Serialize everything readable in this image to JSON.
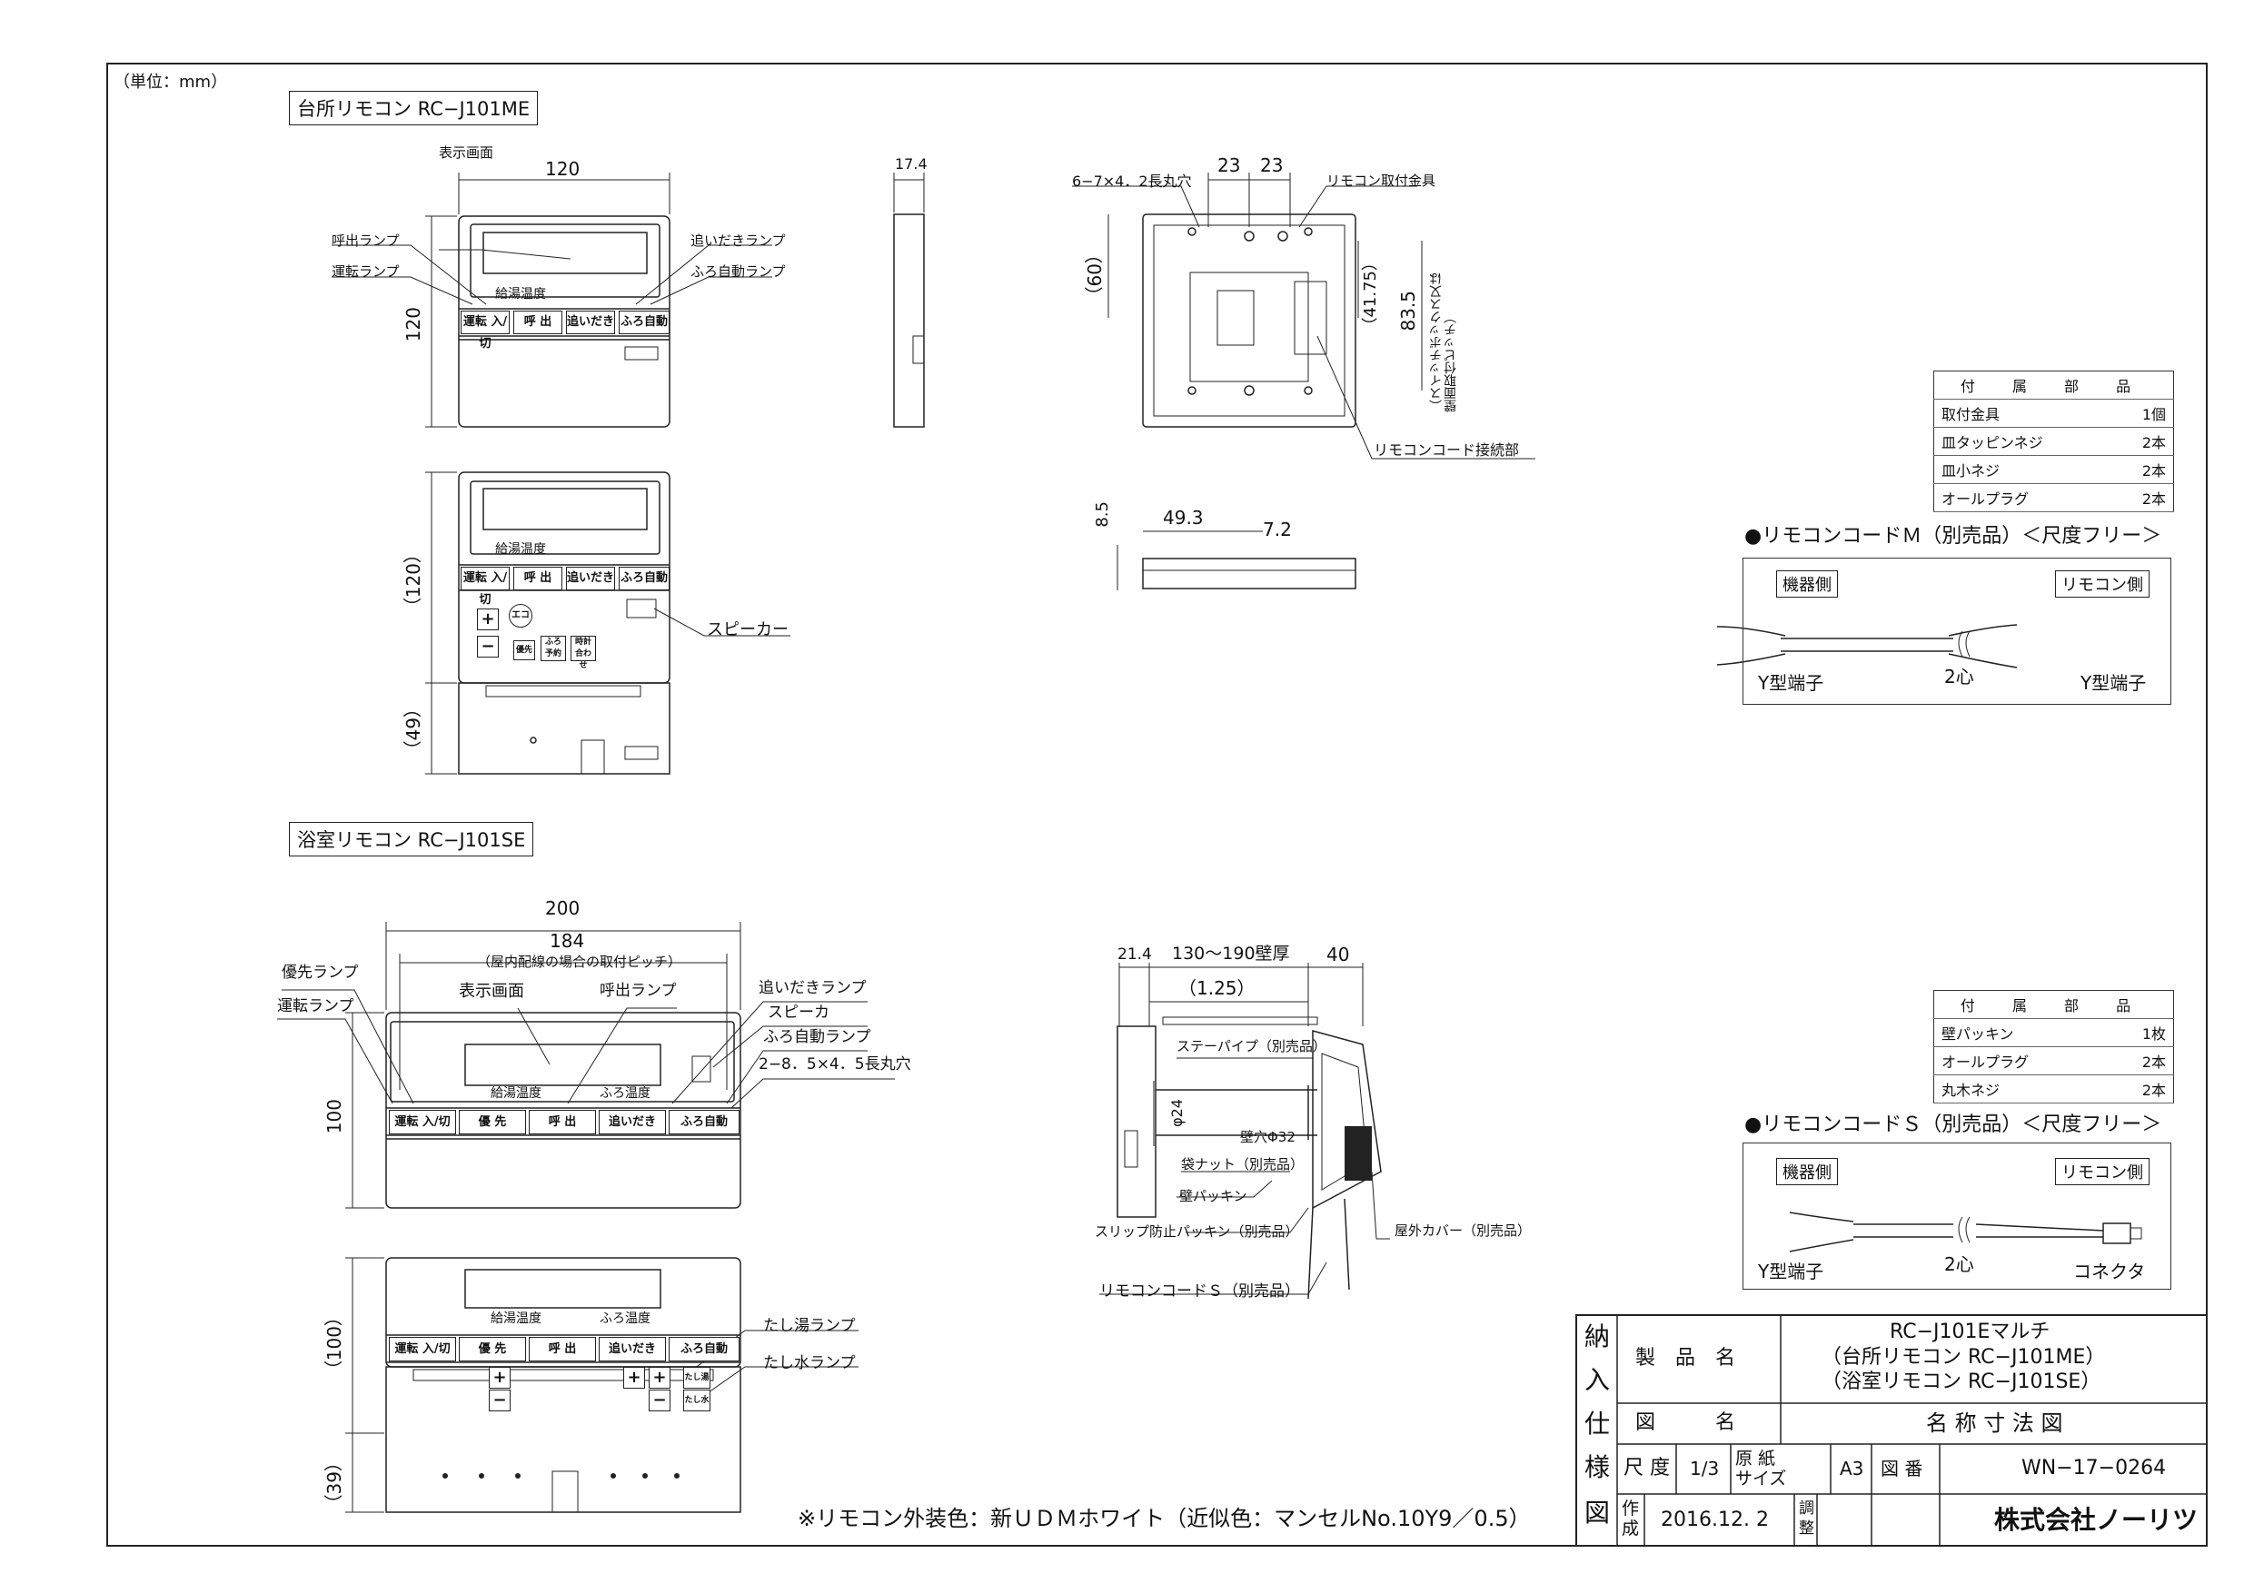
{
  "unit_note": "（単位：mm）",
  "kitchen": {
    "label": "台所リモコン  RC−J101ME",
    "dim_width": "120",
    "dim_height": "120",
    "dim_depth": "17.4",
    "display_label": "表示画面",
    "lamp_call": "呼出ランプ",
    "lamp_run": "運転ランプ",
    "lamp_reheat": "追いだきランプ",
    "lamp_auto": "ふろ自動ランプ",
    "keys": [
      "運転 入/切",
      "呼 出",
      "追いだき",
      "ふろ自動"
    ],
    "open_height": "（120）",
    "open_lower": "（49）",
    "speaker_label": "スピーカー",
    "inner_keys": [
      "優先",
      "ふろ予約",
      "時計合わせ",
      "エコ"
    ],
    "small_text": "給湯温度"
  },
  "bracket": {
    "holes_label": "6−7×4．2長丸穴",
    "dim_23a": "23",
    "dim_23b": "23",
    "mount_label": "リモコン取付金具",
    "dim_60": "（60）",
    "dim_4175": "（41.75）",
    "dim_835": "83.5",
    "switchbox_note": "（スイッチボックス又は\n壁面取付ピッチ）",
    "cord_conn_label": "リモコンコード接続部",
    "dim_85": "8.5",
    "dim_493": "49.3",
    "dim_72": "7.2"
  },
  "parts_kitchen": {
    "header": "付 属 部 品",
    "rows": [
      {
        "name": "取付金具",
        "qty": "1個"
      },
      {
        "name": "皿タッピンネジ",
        "qty": "2本"
      },
      {
        "name": "皿小ネジ",
        "qty": "2本"
      },
      {
        "name": "オールプラグ",
        "qty": "2本"
      }
    ]
  },
  "cord_m": {
    "title": "●リモコンコードＭ（別売品）＜尺度フリー＞",
    "left_tag": "機器側",
    "right_tag": "リモコン側",
    "left_bottom": "Y型端子",
    "center_bottom": "2心",
    "right_bottom": "Y型端子"
  },
  "bath": {
    "label": "浴室リモコン  RC−J101SE",
    "dim_200": "200",
    "dim_184": "184",
    "pitch_note": "（屋内配線の場合の取付ピッチ）",
    "display_label": "表示画面",
    "lamp_priority": "優先ランプ",
    "lamp_run": "運転ランプ",
    "lamp_call": "呼出ランプ",
    "lamp_reheat": "追いだきランプ",
    "speaker": "スピーカ",
    "lamp_auto": "ふろ自動ランプ",
    "holes": "2−8．5×4．5長丸穴",
    "dim_100": "100",
    "keys": [
      "運転 入/切",
      "優 先",
      "呼 出",
      "追いだき",
      "ふろ自動"
    ],
    "open_100": "（100）",
    "open_39": "（39）",
    "lamp_tashiyu": "たし湯ランプ",
    "lamp_tashimizu": "たし水ランプ",
    "small_text_l": "給湯温度",
    "small_text_r": "ふろ温度",
    "tashi_keys": [
      "たし湯",
      "たし水"
    ]
  },
  "wall": {
    "dim_214": "21.4",
    "dim_range": "130〜190壁厚",
    "dim_40": "40",
    "dim_125": "（1.25）",
    "pipe": "ステーパイプ（別売品）",
    "phi24": "φ24",
    "hole": "壁穴Φ32",
    "nut": "袋ナット（別売品）",
    "packing": "壁パッキン",
    "slip": "スリップ防止パッキン（別売品）",
    "cover": "屋外カバー（別売品）",
    "cord": "リモコンコードＳ（別売品）"
  },
  "parts_bath": {
    "header": "付 属 部 品",
    "rows": [
      {
        "name": "壁パッキン",
        "qty": "1枚"
      },
      {
        "name": "オールプラグ",
        "qty": "2本"
      },
      {
        "name": "丸木ネジ",
        "qty": "2本"
      }
    ]
  },
  "cord_s": {
    "title": "●リモコンコードＳ（別売品）＜尺度フリー＞",
    "left_tag": "機器側",
    "right_tag": "リモコン側",
    "left_bottom": "Y型端子",
    "center_bottom": "2心",
    "right_bottom": "コネクタ"
  },
  "color_note": "※リモコン外装色：新ＵＤＭホワイト（近似色：マンセルNo.10Y9／0.5）",
  "title_block": {
    "side": [
      "納",
      "入",
      "仕",
      "様",
      "図"
    ],
    "product_label": "製　品　名",
    "product_lines": [
      "RC−J101Eマルチ",
      "（台所リモコン  RC−J101ME）",
      "（浴室リモコン  RC−J101SE）"
    ],
    "drawing_label": "図　　　名",
    "drawing_name": "名 称 寸 法 図",
    "scale_label": "尺 度",
    "scale": "1/3",
    "paper_label": "原 紙\nサイズ",
    "paper": "A3",
    "number_label": "図 番",
    "number": "WN−17−0264",
    "made_label": "作\n成",
    "date": "2016.12. 2",
    "adjust_label": "調\n整",
    "company": "株式会社ノーリツ"
  }
}
